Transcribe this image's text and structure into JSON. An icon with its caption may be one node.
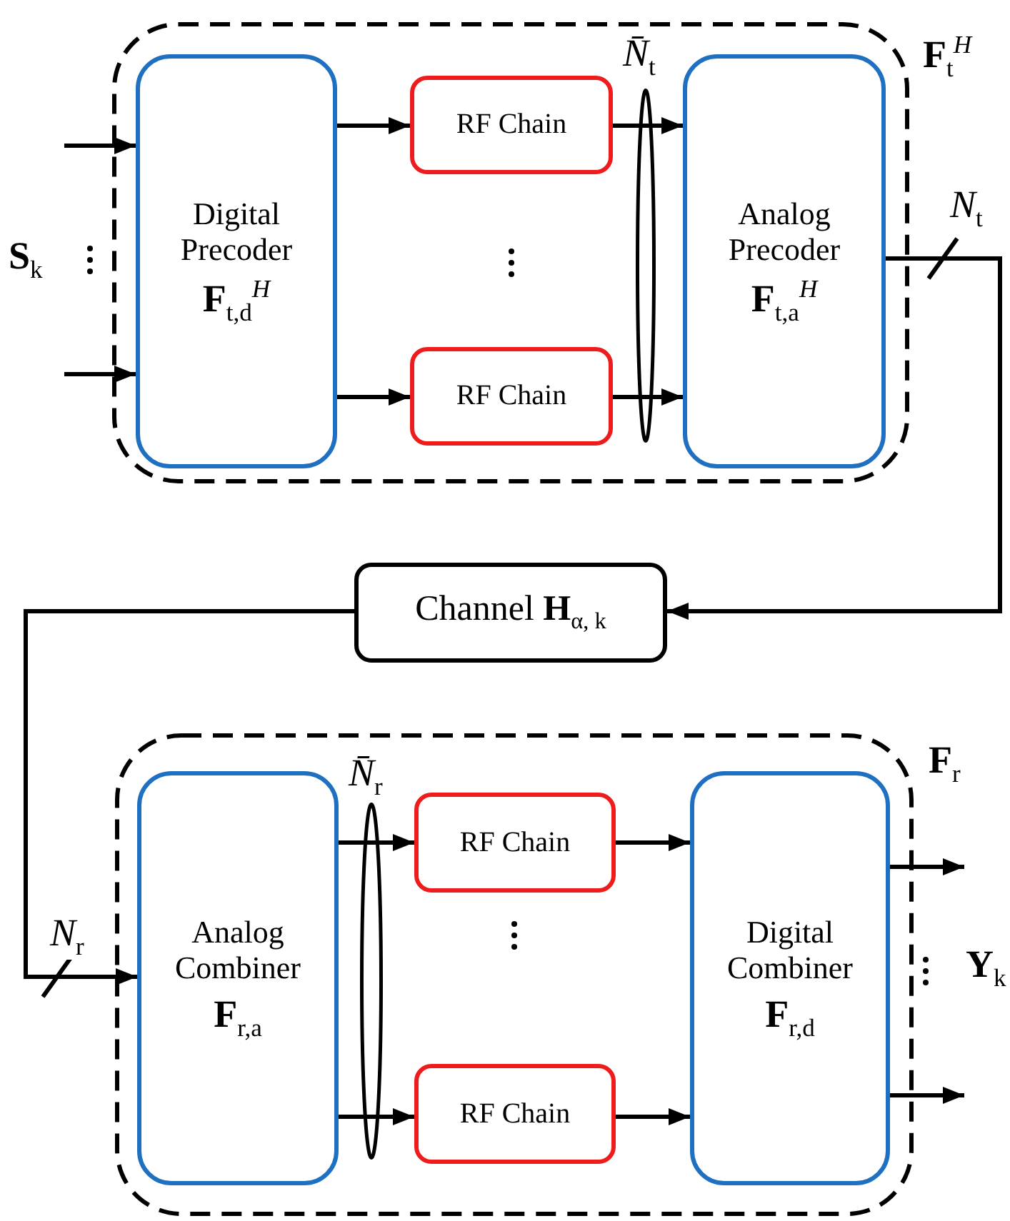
{
  "diagram": {
    "nodes": [
      {
        "text": [
          "**F**$_{t}$$^{H}$"
        ]
      },
      {
        "text": [
          "Digital Precoder",
          "**F**$_{t,d}$$^{H}$"
        ],
        "in": 0
      },
      {
        "text": [
          "RF Chain"
        ],
        "in": 0
      },
      {
        "text": [
          "RF Chain"
        ],
        "in": 0
      },
      {
        "text": [
          "Analog Precoder",
          "**F**$_{t,a}$$^{H}$"
        ],
        "in": 0
      },
      {
        "text": [
          "Channel **H**$_{α, k}$"
        ]
      },
      {
        "text": [
          "**F**$_{r}$"
        ]
      },
      {
        "text": [
          "Analog Combiner",
          "**F**$_{r,a}$"
        ],
        "in": 6
      },
      {
        "text": [
          "RF Chain"
        ],
        "in": 6
      },
      {
        "text": [
          "RF Chain"
        ],
        "in": 6
      },
      {
        "text": [
          "Digital Combiner",
          "**F**$_{r,d}$"
        ],
        "in": 6
      },
      {
        "text": [],
        "shape": "ellipse",
        "in": 0,
        "beside": [
          "*N̄*$_{t}$"
        ]
      },
      {
        "text": [],
        "shape": "ellipse",
        "in": 6,
        "beside": [
          "*N̄*$_{r}$"
        ]
      }
    ],
    "edges": [
      {
        "from": null,
        "to": 1,
        "arrow": "to"
      },
      {
        "from": null,
        "to": 1,
        "arrow": "to"
      },
      {
        "from": 1,
        "to": 2,
        "arrow": "to"
      },
      {
        "from": 1,
        "to": 3,
        "arrow": "to"
      },
      {
        "from": 2,
        "to": 4,
        "arrow": "to"
      },
      {
        "from": 3,
        "to": 4,
        "arrow": "to"
      },
      {
        "from": 4,
        "to": 5,
        "arrow": "to",
        "label": "*N*$_{t}$"
      },
      {
        "from": 5,
        "to": 7,
        "arrow": "to",
        "label": "*N*$_{r}$"
      },
      {
        "from": 7,
        "to": 8,
        "arrow": "to"
      },
      {
        "from": 7,
        "to": 9,
        "arrow": "to"
      },
      {
        "from": 8,
        "to": 10,
        "arrow": "to"
      },
      {
        "from": 9,
        "to": 10,
        "arrow": "to"
      },
      {
        "from": 10,
        "to": null,
        "arrow": "to"
      },
      {
        "from": 10,
        "to": null,
        "arrow": "to"
      }
    ],
    "labels": [
      "**S**$_{k}$",
      "**Y**$_{k}$"
    ]
  }
}
